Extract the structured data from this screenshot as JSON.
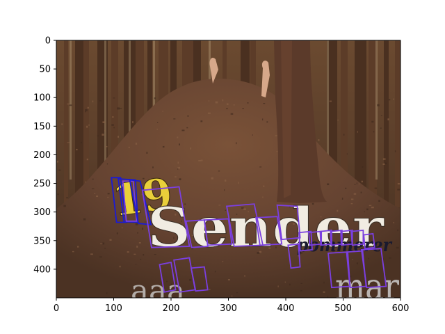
{
  "figure": {
    "type": "image-with-bounding-boxes",
    "x_ticks": [
      "0",
      "100",
      "200",
      "300",
      "400",
      "500",
      "600"
    ],
    "y_ticks": [
      "0",
      "50",
      "100",
      "150",
      "200",
      "250",
      "300",
      "350",
      "400"
    ],
    "xlim": [
      0,
      600
    ],
    "ylim": [
      450,
      0
    ],
    "image_extent": [
      0,
      600,
      450,
      0
    ]
  },
  "scene": {
    "description_words": [
      "forest",
      "ant-hill",
      "tree-trunk",
      "hands"
    ],
    "text_art": [
      {
        "text": "19",
        "color": "#e9cf3a"
      },
      {
        "text": "Sender",
        "color": "#f1ece2"
      },
      {
        "text": "pommerer",
        "color": "#1a1a2e"
      },
      {
        "text": "aaa",
        "color": "#d6d6d6"
      },
      {
        "text": "mar",
        "color": "#d6d6d6"
      }
    ]
  },
  "colors": {
    "purple_box": "#7b3fe0",
    "blue_box": "#1a1ad6",
    "axes": "#000000"
  },
  "boxes": [
    {
      "color": "blue_box",
      "pts": [
        [
          96,
          240
        ],
        [
          112,
          240
        ],
        [
          122,
          318
        ],
        [
          105,
          318
        ]
      ]
    },
    {
      "color": "blue_box",
      "pts": [
        [
          108,
          242
        ],
        [
          138,
          244
        ],
        [
          142,
          318
        ],
        [
          118,
          317
        ]
      ]
    },
    {
      "color": "purple_box",
      "pts": [
        [
          116,
          246
        ],
        [
          134,
          246
        ],
        [
          140,
          316
        ],
        [
          122,
          316
        ]
      ]
    },
    {
      "color": "blue_box",
      "pts": [
        [
          128,
          244
        ],
        [
          146,
          246
        ],
        [
          165,
          322
        ],
        [
          143,
          320
        ]
      ]
    },
    {
      "color": "purple_box",
      "pts": [
        [
          150,
          262
        ],
        [
          214,
          256
        ],
        [
          232,
          360
        ],
        [
          166,
          362
        ]
      ]
    },
    {
      "color": "purple_box",
      "pts": [
        [
          226,
          316
        ],
        [
          258,
          314
        ],
        [
          264,
          360
        ],
        [
          236,
          362
        ]
      ]
    },
    {
      "color": "purple_box",
      "pts": [
        [
          258,
          314
        ],
        [
          300,
          312
        ],
        [
          306,
          356
        ],
        [
          264,
          358
        ]
      ]
    },
    {
      "color": "purple_box",
      "pts": [
        [
          297,
          290
        ],
        [
          345,
          286
        ],
        [
          360,
          358
        ],
        [
          310,
          360
        ]
      ]
    },
    {
      "color": "purple_box",
      "pts": [
        [
          348,
          310
        ],
        [
          385,
          308
        ],
        [
          393,
          356
        ],
        [
          355,
          358
        ]
      ]
    },
    {
      "color": "purple_box",
      "pts": [
        [
          385,
          288
        ],
        [
          420,
          290
        ],
        [
          425,
          345
        ],
        [
          393,
          348
        ]
      ]
    },
    {
      "color": "purple_box",
      "pts": [
        [
          404,
          358
        ],
        [
          422,
          356
        ],
        [
          425,
          396
        ],
        [
          409,
          398
        ]
      ]
    },
    {
      "color": "purple_box",
      "pts": [
        [
          423,
          336
        ],
        [
          444,
          334
        ],
        [
          446,
          366
        ],
        [
          425,
          368
        ]
      ]
    },
    {
      "color": "purple_box",
      "pts": [
        [
          440,
          336
        ],
        [
          462,
          334
        ],
        [
          462,
          356
        ],
        [
          442,
          358
        ]
      ]
    },
    {
      "color": "purple_box",
      "pts": [
        [
          460,
          334
        ],
        [
          480,
          332
        ],
        [
          480,
          356
        ],
        [
          461,
          358
        ]
      ]
    },
    {
      "color": "purple_box",
      "pts": [
        [
          478,
          334
        ],
        [
          498,
          332
        ],
        [
          498,
          356
        ],
        [
          479,
          358
        ]
      ]
    },
    {
      "color": "purple_box",
      "pts": [
        [
          496,
          334
        ],
        [
          516,
          332
        ],
        [
          516,
          356
        ],
        [
          497,
          358
        ]
      ]
    },
    {
      "color": "purple_box",
      "pts": [
        [
          514,
          334
        ],
        [
          535,
          332
        ],
        [
          535,
          356
        ],
        [
          516,
          358
        ]
      ]
    },
    {
      "color": "purple_box",
      "pts": [
        [
          536,
          340
        ],
        [
          552,
          338
        ],
        [
          555,
          362
        ],
        [
          538,
          364
        ]
      ]
    },
    {
      "color": "purple_box",
      "pts": [
        [
          474,
          372
        ],
        [
          508,
          370
        ],
        [
          512,
          430
        ],
        [
          480,
          432
        ]
      ]
    },
    {
      "color": "purple_box",
      "pts": [
        [
          506,
          370
        ],
        [
          534,
          368
        ],
        [
          540,
          430
        ],
        [
          512,
          432
        ]
      ]
    },
    {
      "color": "purple_box",
      "pts": [
        [
          532,
          366
        ],
        [
          566,
          364
        ],
        [
          575,
          430
        ],
        [
          541,
          432
        ]
      ]
    },
    {
      "color": "purple_box",
      "pts": [
        [
          180,
          392
        ],
        [
          200,
          388
        ],
        [
          208,
          436
        ],
        [
          188,
          440
        ]
      ]
    },
    {
      "color": "purple_box",
      "pts": [
        [
          205,
          384
        ],
        [
          232,
          380
        ],
        [
          242,
          436
        ],
        [
          215,
          440
        ]
      ]
    },
    {
      "color": "purple_box",
      "pts": [
        [
          235,
          398
        ],
        [
          258,
          396
        ],
        [
          264,
          436
        ],
        [
          243,
          438
        ]
      ]
    }
  ]
}
